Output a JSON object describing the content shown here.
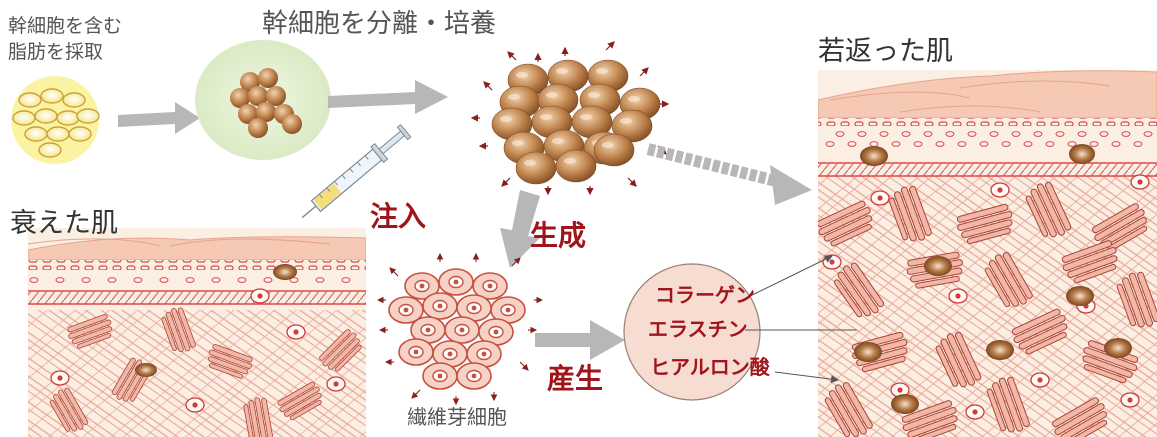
{
  "labels": {
    "harvest": "幹細胞を含む\n脂肪を採取",
    "separate": "幹細胞を分離・培養",
    "rejuvenated": "若返った肌",
    "aged": "衰えた肌",
    "inject": "注入",
    "generate": "生成",
    "produce": "産生",
    "fibroblast": "繊維芽細胞"
  },
  "products": [
    "コラーゲン",
    "エラスチン",
    "ヒアルロン酸"
  ],
  "colors": {
    "arrow": "#b7b7b7",
    "red_text": "#a0141b",
    "fat": "#fbf3a1",
    "cell_brown": "#a4683a",
    "culture_bg": "#e2efcd",
    "skin_top": "#f6c9b4",
    "dermis": "#fbeee2",
    "fiber": "#e08473",
    "fibroblast_fill": "#f6d2c6",
    "nucleus": "#c8393a",
    "circle_fill": "#f7dcd1"
  }
}
